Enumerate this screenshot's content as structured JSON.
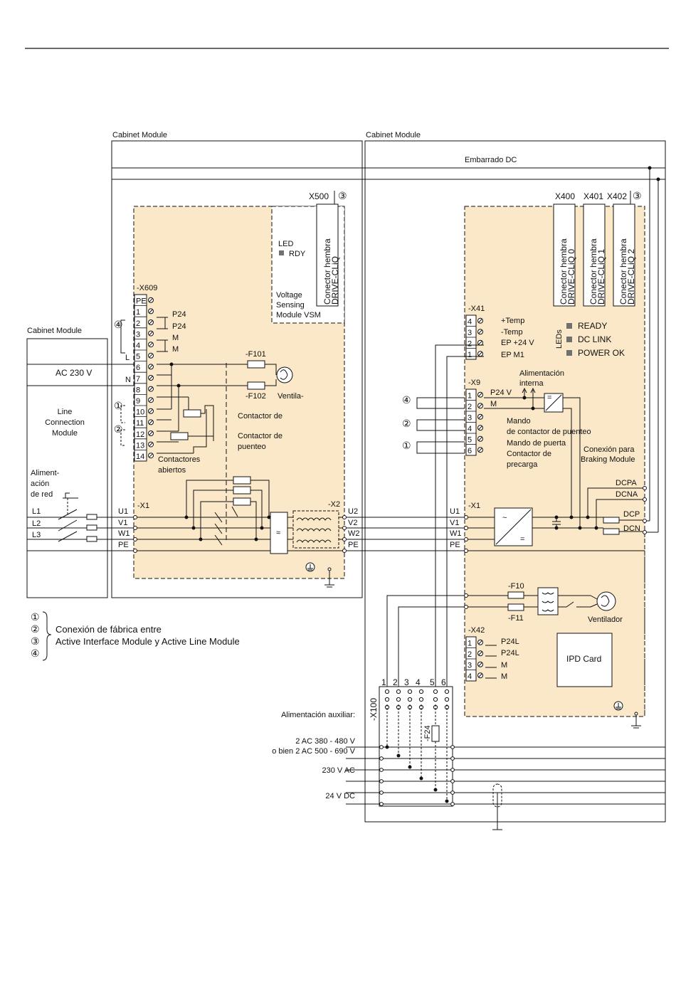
{
  "cabinets": {
    "left": "Cabinet Module",
    "middle": "Cabinet Module",
    "right": "Cabinet Module",
    "dc_busbar": "Embarrado DC"
  },
  "line_connection_module": [
    "Line",
    "Connection",
    "Module"
  ],
  "ac_input": "AC 230 V",
  "mains_supply": [
    "Aliment-",
    "ación",
    "de red"
  ],
  "phases": {
    "l1": "L1",
    "l2": "L2",
    "l3": "L3"
  },
  "vsm": {
    "connector": "X500",
    "led": "LED",
    "rdy": "RDY",
    "connector_text": [
      "Conector hembra",
      "DRIVE-CLiQ"
    ],
    "module": [
      "Voltage",
      "Sensing",
      "Module VSM"
    ]
  },
  "x609": {
    "name": "-X609",
    "terminals": [
      "PE",
      "1",
      "2",
      "3",
      "4",
      "5",
      "6",
      "7",
      "8",
      "9",
      "10",
      "11",
      "12",
      "13",
      "14"
    ],
    "p24": "P24",
    "m": "M",
    "l": "L",
    "n": "N",
    "contactors_open": [
      "Contactores",
      "abiertos"
    ]
  },
  "fuses_left": {
    "f101": "-F101",
    "f102": "-F102",
    "fan": "Ventila-"
  },
  "contactor_labels": [
    "Contactor de",
    "Contactor de",
    "puenteo"
  ],
  "x1_left": {
    "name": "-X1",
    "terminals": [
      "U1",
      "V1",
      "W1",
      "PE"
    ]
  },
  "x2": {
    "name": "-X2",
    "terminals": [
      "U2",
      "V2",
      "W2",
      "PE"
    ]
  },
  "circled": [
    "①",
    "②",
    "③",
    "④"
  ],
  "alm": {
    "connectors": [
      "X400",
      "X401",
      "X402"
    ],
    "drive_cliq": [
      [
        "Conector hembra",
        "DRIVE-CLiQ 0"
      ],
      [
        "Conector hembra",
        "DRIVE-CLiQ 1"
      ],
      [
        "Conector hembra",
        "DRIVE-CLiQ 2"
      ]
    ],
    "leds_label": "LEDs",
    "leds": [
      "READY",
      "DC LINK",
      "POWER OK"
    ],
    "x41": {
      "name": "-X41",
      "terminals": [
        "4",
        "3",
        "2",
        "1"
      ],
      "labels": [
        "+Temp",
        "-Temp",
        "EP +24 V",
        "EP M1"
      ]
    },
    "x9": {
      "name": "-X9",
      "terminals": [
        "1",
        "2",
        "3",
        "4",
        "5",
        "6"
      ],
      "p24v": "P24 V",
      "m": "M"
    },
    "internal_supply": [
      "Alimentación",
      "interna"
    ],
    "control": [
      "Mando",
      "de contactor de puenteo",
      "Mando de puerta",
      "Contactor de",
      "precarga"
    ],
    "braking": [
      "Conexión para",
      "Braking Module"
    ],
    "dc_terminals": [
      "DCPA",
      "DCNA",
      "DCP",
      "DCN"
    ],
    "x1": {
      "name": "-X1",
      "terminals": [
        "U1",
        "V1",
        "W1",
        "PE"
      ]
    },
    "fuses": [
      "-F10",
      "-F11"
    ],
    "fan": "Ventilador",
    "x42": {
      "name": "-X42",
      "terminals": [
        "1",
        "2",
        "3",
        "4"
      ],
      "labels": [
        "P24L",
        "P24L",
        "M",
        "M"
      ]
    },
    "ipd": "IPD Card"
  },
  "x100": {
    "name": "-X100",
    "terminals": [
      "1",
      "2",
      "3",
      "4",
      "5",
      "6"
    ],
    "aux_supply": "Alimentación auxiliar:",
    "supplies": [
      "2 AC 380 - 480 V",
      "o bien 2 AC 500 - 690 V",
      "230 V AC",
      "24 V DC"
    ],
    "fuse": "-F24"
  },
  "legend": {
    "lines": [
      "Conexión de fábrica entre",
      "Active Interface Module y Active Line Module"
    ]
  },
  "colors": {
    "module_fill": "#fbe8c8",
    "line": "#111111",
    "led": "#707070"
  }
}
